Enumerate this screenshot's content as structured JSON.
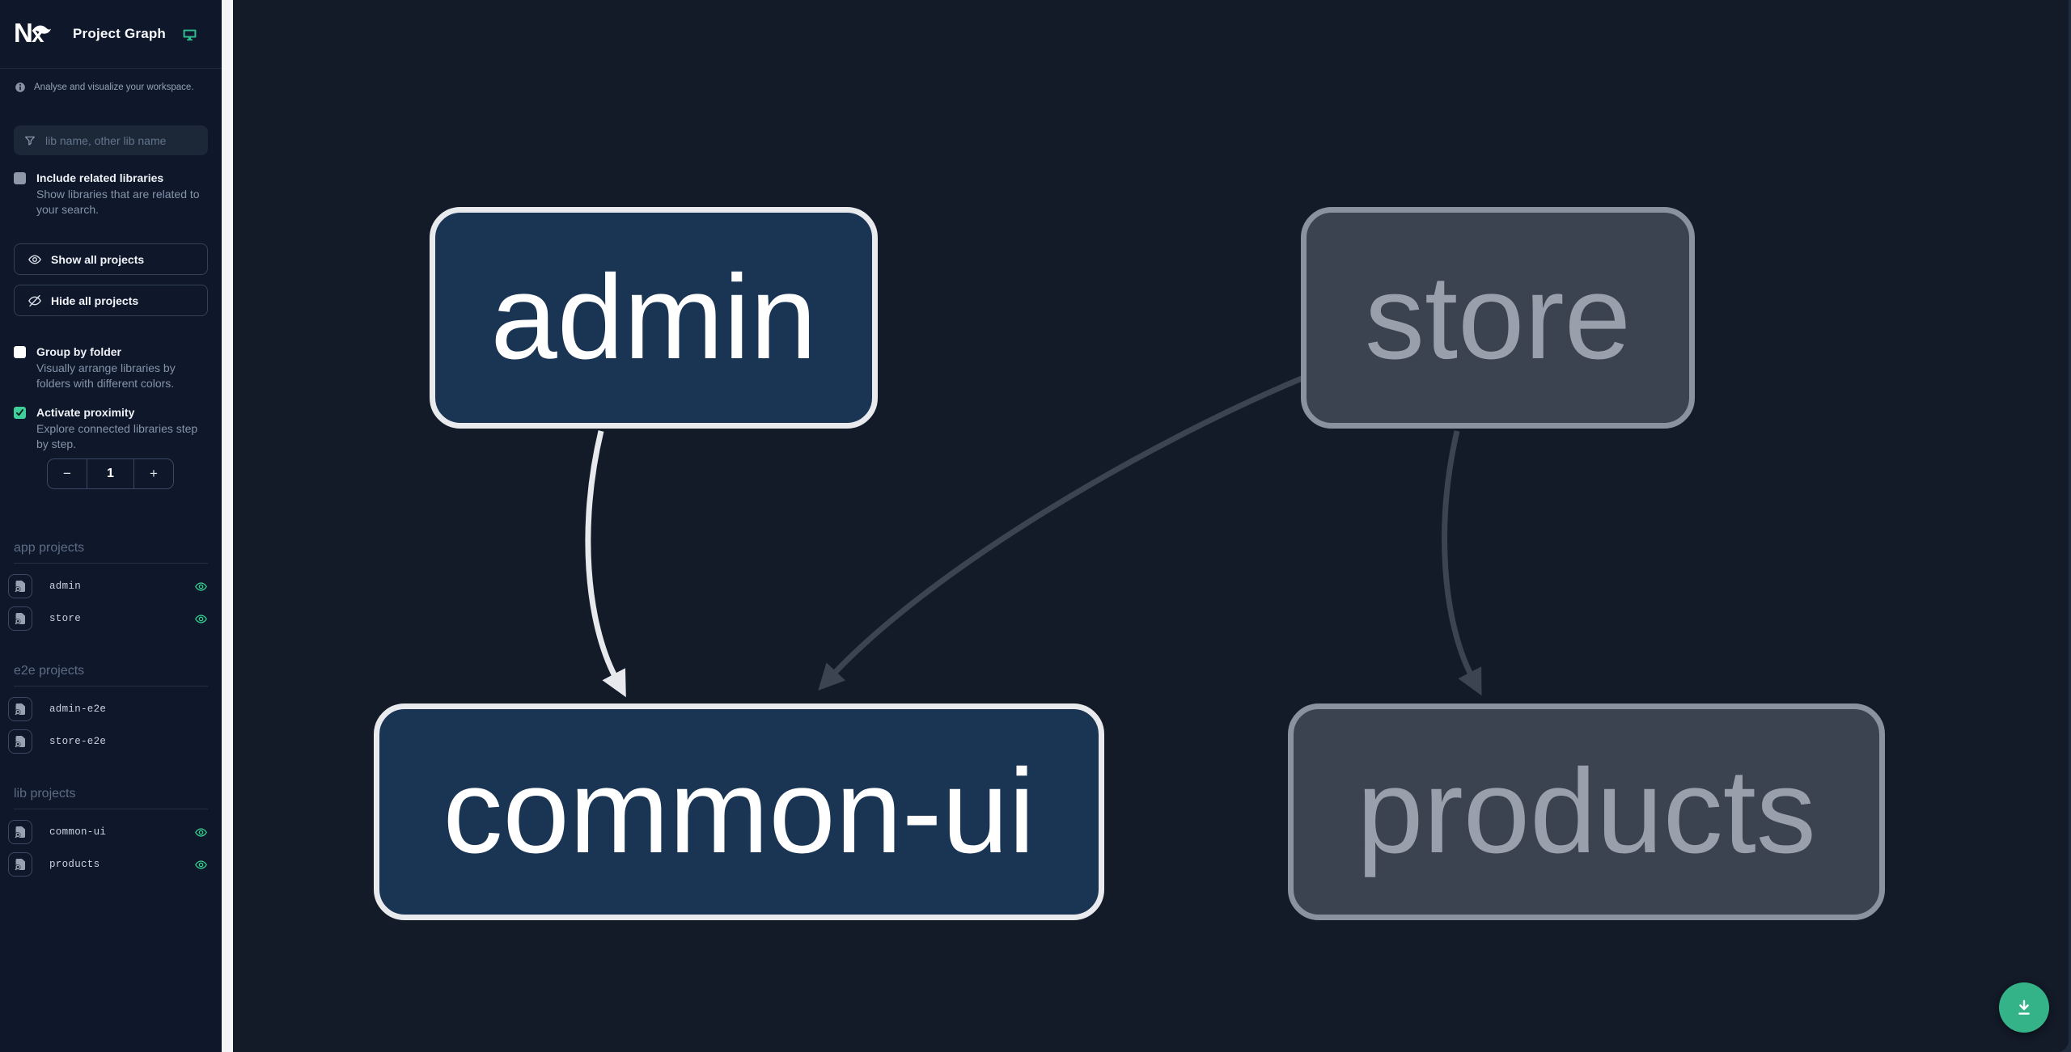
{
  "app": {
    "title": "Project Graph"
  },
  "sidebar": {
    "tagline": "Analyse and visualize your workspace.",
    "search": {
      "placeholder": "lib name, other lib name"
    },
    "options": {
      "include_related": {
        "label": "Include related libraries",
        "description": "Show libraries that are related to your search.",
        "checked": false
      },
      "group_by_folder": {
        "label": "Group by folder",
        "description": "Visually arrange libraries by folders with different colors.",
        "checked": false
      },
      "activate_proximity": {
        "label": "Activate proximity",
        "description": "Explore connected libraries step by step.",
        "checked": true
      }
    },
    "actions": {
      "show_all": "Show all projects",
      "hide_all": "Hide all projects"
    },
    "proximity": {
      "decrement": "−",
      "value": "1",
      "increment": "+"
    },
    "sections": [
      {
        "title": "app projects",
        "items": [
          {
            "name": "admin",
            "eye": true
          },
          {
            "name": "store",
            "eye": true
          }
        ]
      },
      {
        "title": "e2e projects",
        "items": [
          {
            "name": "admin-e2e",
            "eye": false
          },
          {
            "name": "store-e2e",
            "eye": false
          }
        ]
      },
      {
        "title": "lib projects",
        "items": [
          {
            "name": "common-ui",
            "eye": true
          },
          {
            "name": "products",
            "eye": true
          }
        ]
      }
    ]
  },
  "graph": {
    "nodes": [
      {
        "id": "admin",
        "label": "admin",
        "state": "focused"
      },
      {
        "id": "store",
        "label": "store",
        "state": "faded"
      },
      {
        "id": "common-ui",
        "label": "common-ui",
        "state": "focused"
      },
      {
        "id": "products",
        "label": "products",
        "state": "faded"
      }
    ],
    "edges": [
      {
        "source": "admin",
        "target": "common-ui",
        "state": "focused"
      },
      {
        "source": "store",
        "target": "common-ui",
        "state": "faded"
      },
      {
        "source": "store",
        "target": "products",
        "state": "faded"
      }
    ]
  },
  "fab": {
    "action": "download"
  },
  "colors": {
    "accent_green": "#2fbd8f",
    "eye_green": "#34d28e",
    "focused_node_fill": "#1a3454",
    "focused_node_border": "#e8eaee",
    "faded_node_fill": "#3b4351",
    "faded_node_border": "#8a919f",
    "focused_edge": "#e7e9ec",
    "faded_edge": "#3c4452",
    "sidebar_bg": "#0f172a",
    "canvas_bg": "#131a28"
  }
}
